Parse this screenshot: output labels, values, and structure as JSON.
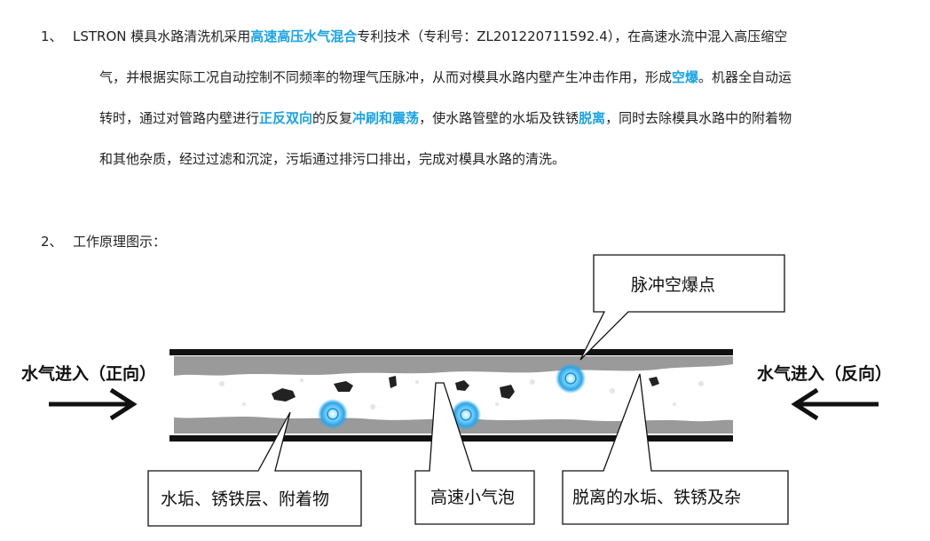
{
  "section1": {
    "number": "1、",
    "line1_a": "LSTRON 模具水路清洗机采用",
    "line1_hl": "高速高压水气混合",
    "line1_b": "专利技术（专利号：ZL201220711592.4），在高速水流中混入高压缩空",
    "line2_a": "气，并根据实际工况自动控制不同频率的物理气压脉冲，从而对模具水路内壁产生冲击作用，形成",
    "line2_hl": "空爆",
    "line2_b": "。机器全自动运",
    "line3_a": "转时，通过对管路内壁进行",
    "line3_hl1": "正反双向",
    "line3_b": "的反复",
    "line3_hl2": "冲刷和震荡",
    "line3_c": "，使水路管壁的水垢及铁锈",
    "line3_hl3": "脱离",
    "line3_d": "，同时去除模具水路中的附着物",
    "line4": "和其他杂质，经过过滤和沉淀，污垢通过排污口排出，完成对模具水路的清洗。"
  },
  "section2": {
    "number": "2、",
    "title": "工作原理图示："
  },
  "diagram": {
    "left_inlet_label": "水气进入（正向）",
    "right_inlet_label": "水气进入（反向）",
    "callout_pulse": "脉冲空爆点",
    "callout_scale": "水垢、锈铁层、附着物",
    "callout_bubbles": "高速小气泡",
    "callout_detached": "脱离的水垢、铁锈及杂",
    "highlight_color": "#1aa3e6",
    "bubble_color": "#3fb6f0",
    "deposit_color": "#9a9a9a"
  }
}
